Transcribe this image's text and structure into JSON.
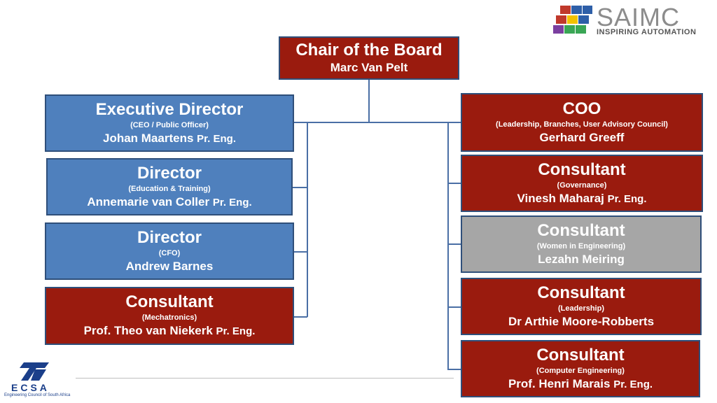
{
  "logo": {
    "name": "SAIMC",
    "tagline": "INSPIRING AUTOMATION"
  },
  "footer_logo": {
    "name": "ECSA",
    "subtitle": "Engineering Council of South Africa"
  },
  "chair": {
    "title": "Chair of the Board",
    "name": "Marc Van Pelt"
  },
  "left": [
    {
      "title": "Executive Director",
      "sub": "(CEO / Public Officer)",
      "name": "Johan Maartens",
      "suffix": "Pr. Eng.",
      "color": "#4f80bd"
    },
    {
      "title": "Director",
      "sub": "(Education & Training)",
      "name": "Annemarie van Coller",
      "suffix": "Pr. Eng.",
      "color": "#4f80bd"
    },
    {
      "title": "Director",
      "sub": "(CFO)",
      "name": "Andrew Barnes",
      "suffix": "",
      "color": "#4f80bd"
    },
    {
      "title": "Consultant",
      "sub": "(Mechatronics)",
      "name": "Prof. Theo van Niekerk",
      "suffix": "Pr. Eng.",
      "color": "#9a1b0e"
    }
  ],
  "right": [
    {
      "title": "COO",
      "sub": "(Leadership, Branches, User Advisory Council)",
      "name": "Gerhard Greeff",
      "suffix": "",
      "color": "#9a1b0e"
    },
    {
      "title": "Consultant",
      "sub": "(Governance)",
      "name": "Vinesh Maharaj",
      "suffix": "Pr. Eng.",
      "color": "#9a1b0e"
    },
    {
      "title": "Consultant",
      "sub": "(Women in Engineering)",
      "name": "Lezahn Meiring",
      "suffix": "",
      "color": "#a6a6a6"
    },
    {
      "title": "Consultant",
      "sub": "(Leadership)",
      "name": "Dr Arthie Moore-Robberts",
      "suffix": "",
      "color": "#9a1b0e"
    },
    {
      "title": "Consultant",
      "sub": "(Computer Engineering)",
      "name": "Prof. Henri Marais",
      "suffix": "Pr. Eng.",
      "color": "#9a1b0e"
    }
  ]
}
